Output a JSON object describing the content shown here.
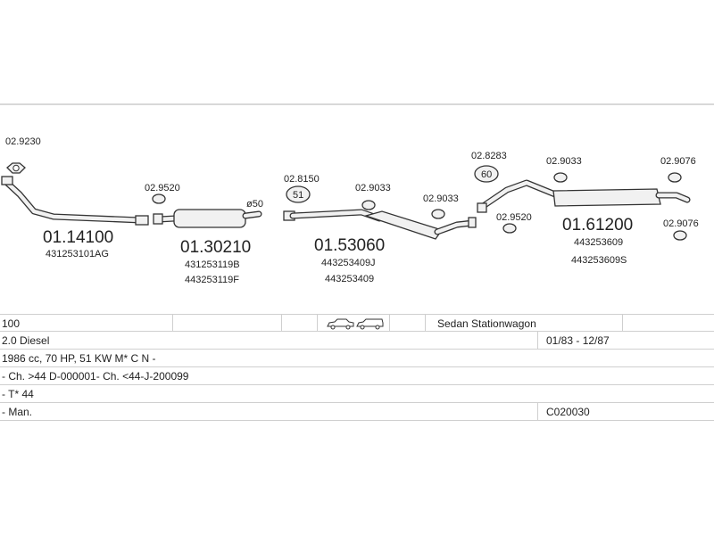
{
  "diagram": {
    "groups": [
      {
        "main_code": "01.14100",
        "oem": [
          "431253101AG"
        ],
        "accessory_codes": [
          "02.9230"
        ]
      },
      {
        "main_code": "01.30210",
        "oem": [
          "431253119B",
          "443253119F"
        ],
        "accessory_codes": [
          "02.9520"
        ],
        "pipe_size_label": "ø50"
      },
      {
        "main_code": "01.53060",
        "oem": [
          "443253409J",
          "443253409"
        ],
        "accessory_codes": [
          "02.8150",
          "02.9033",
          "02.9033"
        ]
      },
      {
        "main_code": "01.61200",
        "oem": [
          "443253609",
          "443253609S"
        ],
        "accessory_codes": [
          "02.8283",
          "02.9520",
          "02.9033",
          "02.9076",
          "02.9076"
        ]
      }
    ],
    "clamp_labels": {
      "a": "51",
      "b": "60"
    }
  },
  "vehicle": {
    "model": "100",
    "body_types": "Sedan Stationwagon",
    "engine": "2.0 Diesel",
    "production": "01/83 - 12/87",
    "specs": "1986 cc, 70 HP, 51 KW M* C N -",
    "chassis": "- Ch. >44 D-000001- Ch. <44-J-200099",
    "type": "- T* 44",
    "gearbox": "- Man.",
    "catalogue_code": "C020030"
  },
  "icons": [
    "sedan-car-icon",
    "stationwagon-car-icon"
  ]
}
